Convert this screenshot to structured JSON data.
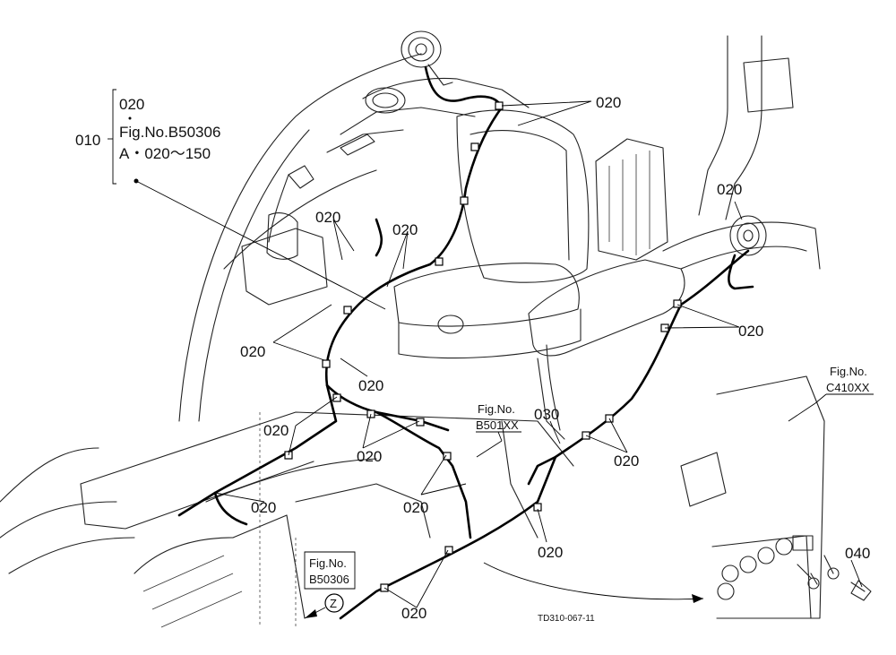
{
  "diagram": {
    "part_ref": "010",
    "bracket_lines": [
      "020",
      "Fig.No.B50306",
      "A・020～150"
    ],
    "callouts": [
      {
        "id": "c1",
        "text": "020"
      },
      {
        "id": "c2",
        "text": "020"
      },
      {
        "id": "c3",
        "text": "020"
      },
      {
        "id": "c4",
        "text": "020"
      },
      {
        "id": "c5",
        "text": "020"
      },
      {
        "id": "c6",
        "text": "020"
      },
      {
        "id": "c7",
        "text": "020"
      },
      {
        "id": "c8",
        "text": "020"
      },
      {
        "id": "c9",
        "text": "020"
      },
      {
        "id": "c10",
        "text": "020"
      },
      {
        "id": "c11",
        "text": "020"
      },
      {
        "id": "c12",
        "text": "020"
      },
      {
        "id": "c13",
        "text": "020"
      },
      {
        "id": "c14",
        "text": "030"
      },
      {
        "id": "c15",
        "text": "040"
      }
    ],
    "fig_refs": {
      "c410": [
        "Fig.No.",
        "C410XX"
      ],
      "b501": [
        "Fig.No.",
        "B501XX"
      ],
      "b503": [
        "Fig.No.",
        "B50306"
      ]
    },
    "view_marker": "Z",
    "drawing_number": "TD310-067-11"
  }
}
